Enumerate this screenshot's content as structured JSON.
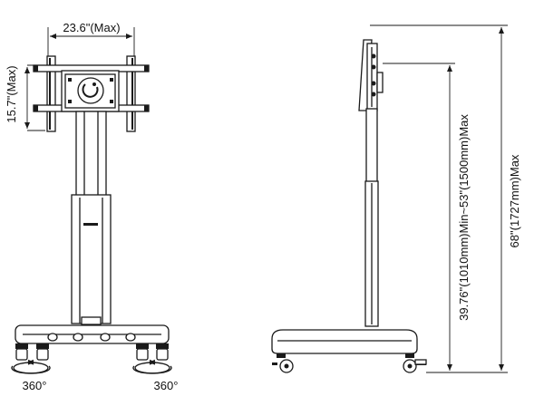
{
  "front_view": {
    "width_label": "23.6\"(Max)",
    "height_label": "15.7\"(Max)",
    "rotation_left_label": "360°",
    "rotation_right_label": "360°"
  },
  "side_view": {
    "height_range_label": "39.76\"(1010mm)Min~53\"(1500mm)Max",
    "total_height_label": "68\"(1727mm)Max"
  }
}
